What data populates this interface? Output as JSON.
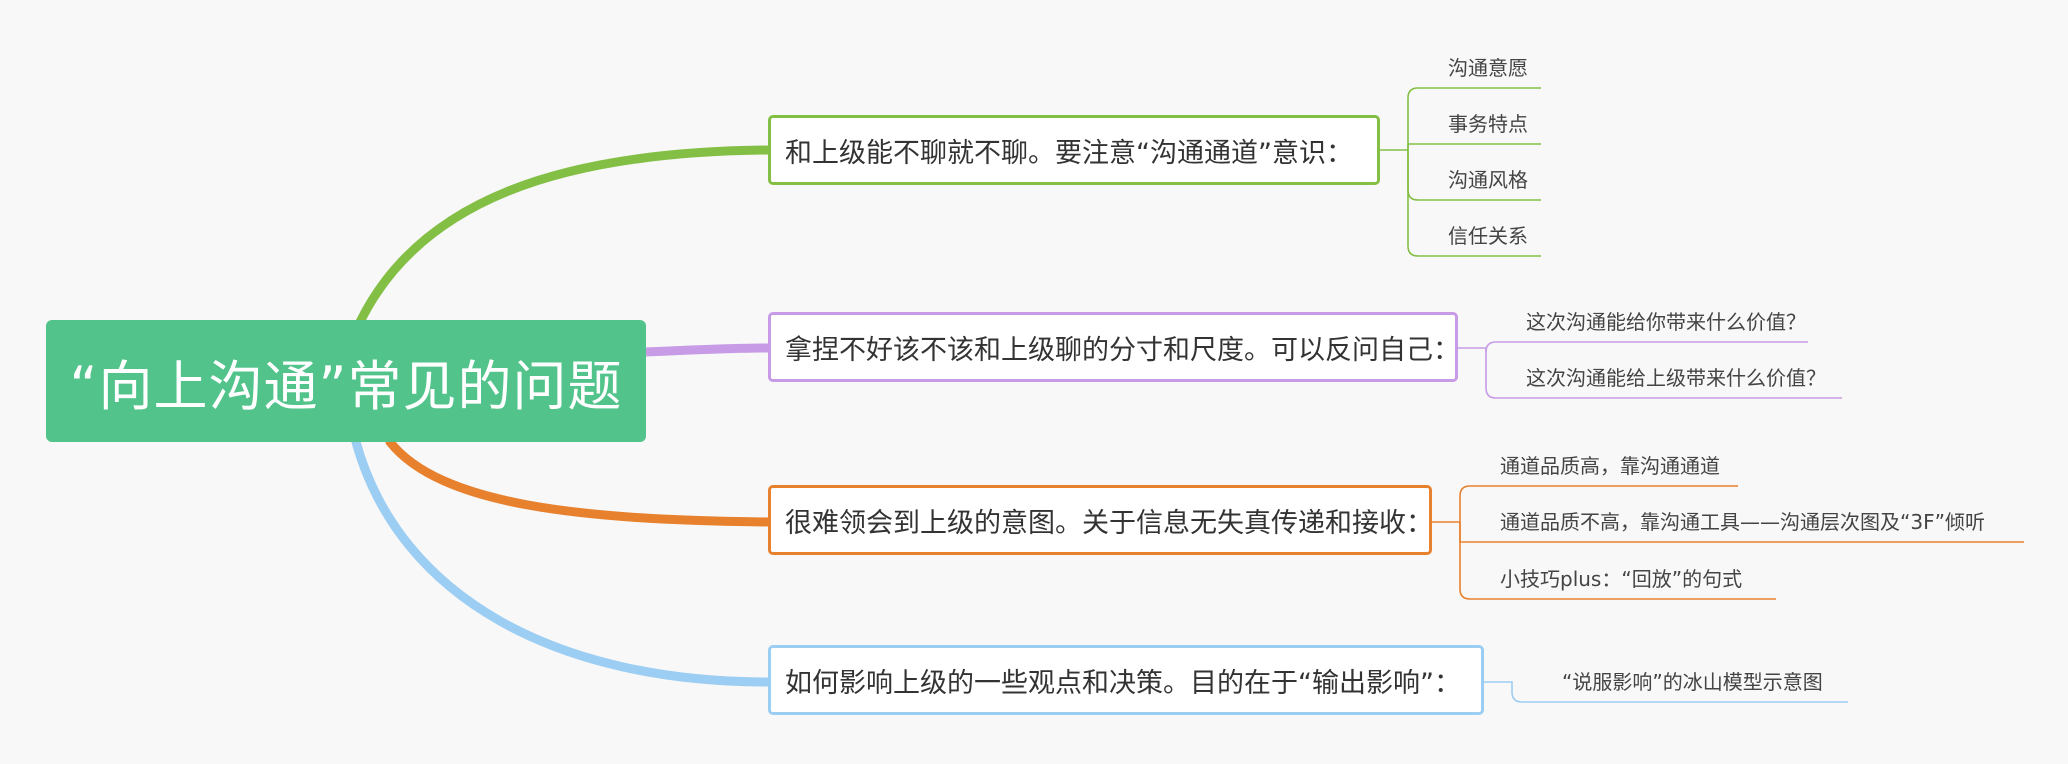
{
  "root": {
    "title": "“向上沟通”常见的问题"
  },
  "colors": {
    "root": "#52c48b",
    "branch1": "#84bf45",
    "branch2": "#c79be6",
    "branch3": "#e8812e",
    "branch4": "#9ccdf3"
  },
  "branches": [
    {
      "label": "和上级能不聊就不聊。要注意“沟通通道”意识：",
      "children": [
        "沟通意愿",
        "事务特点",
        "沟通风格",
        "信任关系"
      ]
    },
    {
      "label": "拿捏不好该不该和上级聊的分寸和尺度。可以反问自己：",
      "children": [
        "这次沟通能给你带来什么价值？",
        "这次沟通能给上级带来什么价值？"
      ]
    },
    {
      "label": "很难领会到上级的意图。关于信息无失真传递和接收：",
      "children": [
        "通道品质高，靠沟通通道",
        "通道品质不高，靠沟通工具——沟通层次图及“3F”倾听",
        "小技巧plus：“回放”的句式"
      ]
    },
    {
      "label": "如何影响上级的一些观点和决策。目的在于“输出影响”：",
      "children": [
        "“说服影响”的冰山模型示意图"
      ]
    }
  ]
}
